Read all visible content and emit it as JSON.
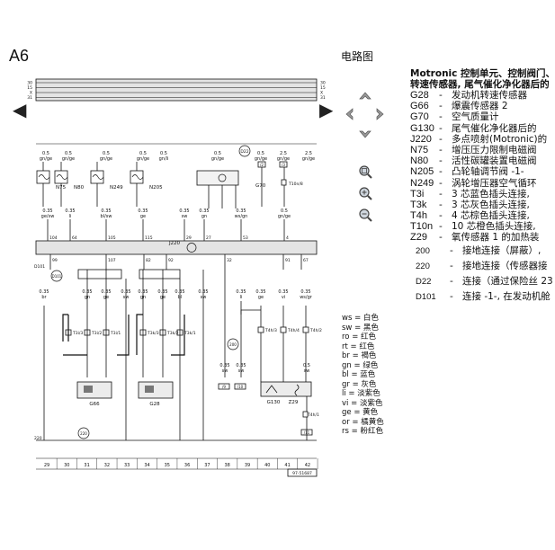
{
  "header": {
    "title": "A6",
    "subtitle": "电路图"
  },
  "legend": {
    "heading_lines": [
      "Motronic 控制单元、控制阀门、",
      "转速传感器, 尾气催化净化器后的"
    ],
    "items": [
      {
        "code": "G28",
        "text": "发动机转速传感器"
      },
      {
        "code": "G66",
        "text": "爆震传感器 2"
      },
      {
        "code": "G70",
        "text": "空气质量计"
      },
      {
        "code": "G130",
        "text": "尾气催化净化器后的"
      },
      {
        "code": "J220",
        "text": "多点喷射(Motronic)的"
      },
      {
        "code": "N75",
        "text": "增压压力限制电磁阀"
      },
      {
        "code": "N80",
        "text": "活性碳罐装置电磁阀"
      },
      {
        "code": "N205",
        "text": "凸轮轴调节阀 -1-"
      },
      {
        "code": "N249",
        "text": "涡轮增压器空气循环"
      },
      {
        "code": "T3i",
        "text": "3 芯蓝色插头连接,"
      },
      {
        "code": "T3k",
        "text": "3 芯灰色插头连接,"
      },
      {
        "code": "T4h",
        "text": "4 芯棕色插头连接,"
      },
      {
        "code": "T10n",
        "text": "10 芯橙色插头连接,"
      },
      {
        "code": "Z29",
        "text": "氧传感器 1 的加热装"
      },
      {
        "code": "200",
        "text": "接地连接（屏蔽）,"
      },
      {
        "code": "220",
        "text": "接地连接（传感器接"
      },
      {
        "code": "D22",
        "text": "连接（通过保险丝 23"
      },
      {
        "code": "D101",
        "text": "连接 -1-, 在发动机舱"
      }
    ]
  },
  "color_codes": [
    {
      "abbr": "ws",
      "name": "白色"
    },
    {
      "abbr": "sw",
      "name": "黑色"
    },
    {
      "abbr": "ro",
      "name": "红色"
    },
    {
      "abbr": "rt",
      "name": "红色"
    },
    {
      "abbr": "br",
      "name": "褐色"
    },
    {
      "abbr": "gn",
      "name": "绿色"
    },
    {
      "abbr": "bl",
      "name": "蓝色"
    },
    {
      "abbr": "gr",
      "name": "灰色"
    },
    {
      "abbr": "li",
      "name": "淡紫色"
    },
    {
      "abbr": "vi",
      "name": "淡紫色"
    },
    {
      "abbr": "ge",
      "name": "黄色"
    },
    {
      "abbr": "or",
      "name": "橘黄色"
    },
    {
      "abbr": "rs",
      "name": "粉红色"
    }
  ],
  "colors": {
    "line": "#111111",
    "bus_fill": "#e4e4e4",
    "icon": "#777777"
  },
  "diagram": {
    "rail_labels": [
      "30",
      "15",
      "X",
      "31"
    ],
    "top_wires": [
      {
        "gauge": "0.5",
        "color": "gn/ge"
      },
      {
        "gauge": "0.5",
        "color": "gn/ge"
      },
      {
        "gauge": "0.5",
        "color": "gn/ge"
      },
      {
        "gauge": "0.5",
        "color": "gn/ge"
      },
      {
        "gauge": "0.5",
        "color": "gn/li"
      },
      {
        "gauge": "0.5",
        "color": "gn/ge"
      },
      {
        "gauge": "0.5",
        "color": "gn/ge"
      },
      {
        "gauge": "2.5",
        "color": "gn/ge"
      },
      {
        "gauge": "2.5",
        "color": "gn/ge"
      }
    ],
    "components_top": {
      "n75": "N75",
      "n80": "N80",
      "n249": "N249",
      "n205": "N205",
      "g70": "G70",
      "d22": "D22",
      "t10n_pin1": "T10n/8",
      "t10n_pin2": "T10n/8",
      "pin_a": "/2",
      "pin_b": "/3",
      "pin_c": "/1"
    },
    "mid_wires": [
      {
        "gauge": "0.35",
        "color": "ge/sw"
      },
      {
        "gauge": "0.35",
        "color": "li"
      },
      {
        "gauge": "0.35",
        "color": "bl/sw"
      },
      {
        "gauge": "0.35",
        "color": "ge"
      },
      {
        "gauge": "0.35",
        "color": "sw"
      },
      {
        "gauge": "0.35",
        "color": "gn"
      },
      {
        "gauge": "0.35",
        "color": "ws/gn"
      },
      {
        "gauge": "0.5",
        "color": "gn/ge"
      }
    ],
    "j220_pins_top": [
      "104",
      "64",
      "105",
      "115",
      "29",
      "27",
      "53",
      "4"
    ],
    "ecu_label": "J220",
    "j220_pins_bottom": [
      "99",
      "107",
      "82",
      "92",
      "32",
      "91",
      "67"
    ],
    "d101": "D101",
    "lower_wires": [
      {
        "gauge": "0.35",
        "color": "br"
      },
      {
        "gauge": "0.35",
        "color": "gn"
      },
      {
        "gauge": "0.35",
        "color": "ge"
      },
      {
        "gauge": "0.35",
        "color": "sw"
      },
      {
        "gauge": "0.35",
        "color": "gn"
      },
      {
        "gauge": "0.35",
        "color": "ge"
      },
      {
        "gauge": "0.35",
        "color": "bl"
      },
      {
        "gauge": "0.35",
        "color": "sw"
      },
      {
        "gauge": "0.35",
        "color": "li"
      },
      {
        "gauge": "0.35",
        "color": "ge"
      },
      {
        "gauge": "0.35",
        "color": "vi"
      },
      {
        "gauge": "0.35",
        "color": "ws/gr"
      }
    ],
    "connectors": {
      "t3i_3": "T3i/3",
      "t3i_2": "T3i/2",
      "t3i_1": "T3i/1",
      "t3k_3": "T3k/3",
      "t3k_2": "T3k/2",
      "t3k_1": "T3k/1",
      "t4h_3": "T4h/3",
      "t4h_4": "T4h/4",
      "t4h_2": "T4h/2",
      "t4h_1": "T4h/1"
    },
    "components_bottom": {
      "g66": "G66",
      "g28": "G28",
      "g130": "G130",
      "z29": "Z29"
    },
    "bottom_wires": [
      {
        "gauge": "0.35",
        "color": "sw"
      },
      {
        "gauge": "0.35",
        "color": "sw"
      },
      {
        "gauge": "0.5",
        "color": "sw"
      }
    ],
    "grounds": {
      "g200": "200",
      "g220": "220"
    },
    "ground_pins": [
      "/9",
      "/10",
      "/11"
    ],
    "column_numbers": [
      "29",
      "30",
      "31",
      "32",
      "33",
      "34",
      "35",
      "36",
      "37",
      "38",
      "39",
      "40",
      "41",
      "42"
    ],
    "figure_code": "97-51687"
  }
}
